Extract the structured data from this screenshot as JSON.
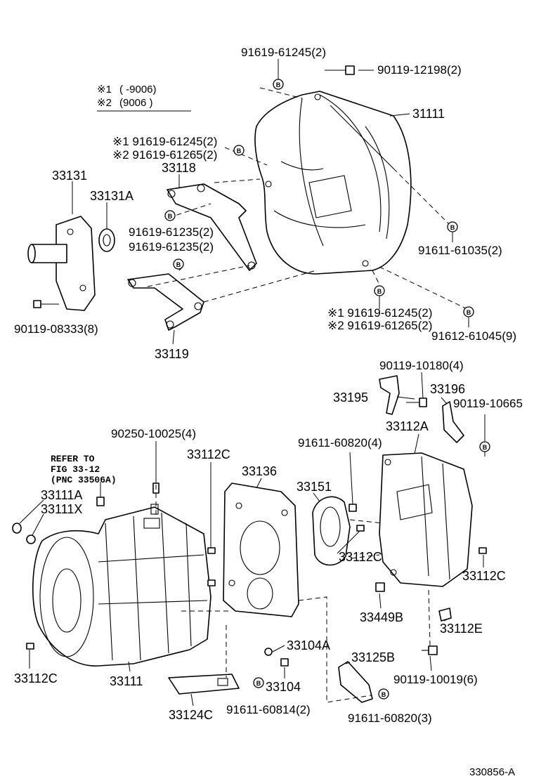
{
  "legend": {
    "row1_mark": "※1",
    "row1_value": "(      -9006)",
    "row2_mark": "※2",
    "row2_value": "(9006         )"
  },
  "labels": {
    "p_91619_61245_top": "91619-61245(2)",
    "p_90119_12198": "90119-12198(2)",
    "p_31111": "31111",
    "p_m1_91619_61245": "※1 91619-61245(2)",
    "p_m2_91619_61265": "※2 91619-61265(2)",
    "p_33118": "33118",
    "p_33131": "33131",
    "p_33131A": "33131A",
    "p_91619_61235_a": "91619-61235(2)",
    "p_91619_61235_b": "91619-61235(2)",
    "p_91611_61035": "91611-61035(2)",
    "p_90119_08333": "90119-08333(8)",
    "p_m1_91619_61245_low": "※1 91619-61245(2)",
    "p_m2_91619_61265_low": "※2 91619-61265(2)",
    "p_91612_61045": "91612-61045(9)",
    "p_33119": "33119",
    "p_90119_10180": "90119-10180(4)",
    "p_33196": "33196",
    "p_33195": "33195",
    "p_90119_10665": "90119-10665",
    "p_33112A": "33112A",
    "p_90250_10025": "90250-10025(4)",
    "p_33112C_top": "33112C",
    "p_91611_60820_4": "91611-60820(4)",
    "p_33136": "33136",
    "p_33151": "33151",
    "refer_line1": "REFER TO",
    "refer_line2": "FIG 33-12",
    "refer_line3": "(PNC 33506A)",
    "p_33111A": "33111A",
    "p_33111X": "33111X",
    "p_33112C_mid": "33112C",
    "p_33112C_right": "33112C",
    "p_33449B": "33449B",
    "p_33112E": "33112E",
    "p_33104A": "33104A",
    "p_33125B": "33125B",
    "p_90119_10019": "90119-10019(6)",
    "p_33112C_left": "33112C",
    "p_33111": "33111",
    "p_33104": "33104",
    "p_33124C": "33124C",
    "p_91611_60814": "91611-60814(2)",
    "p_91611_60820_3": "91611-60820(3)",
    "diagram_id": "330856-A"
  },
  "icons": {
    "bolt_mark_letter": "B"
  }
}
